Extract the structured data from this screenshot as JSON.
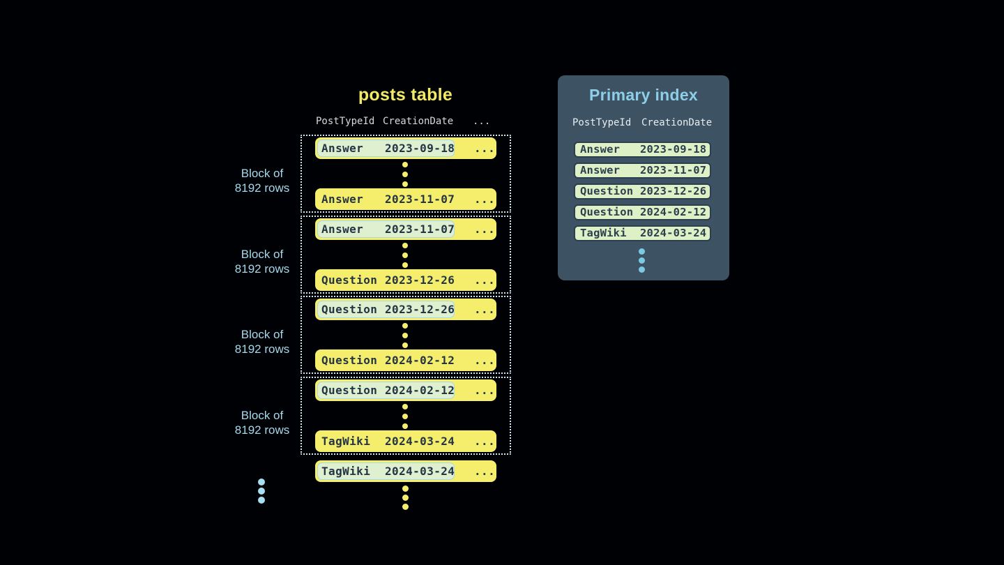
{
  "colors": {
    "background": "#000104",
    "row_yellow": "#f5ee6d",
    "row_text_dark": "#243444",
    "highlight_fill": "#def0d0",
    "highlight_border": "#a6d9e9",
    "block_dotted_border": "#cde9f3",
    "block_label_blue": "#a5d9ec",
    "posts_title_yellow": "#f2ea66",
    "header_text_gray": "#d5dadd",
    "panel_background": "#3d5363",
    "panel_title_blue": "#8dcfe8",
    "index_row_fill": "#def0c6",
    "index_row_border": "#2c3f4e",
    "left_ellipsis_blue": "#a8def1",
    "panel_ellipsis_blue": "#7cc9e4"
  },
  "posts_table": {
    "title": "posts table",
    "headers": {
      "type": "PostTypeId",
      "date": "CreationDate",
      "more": "..."
    },
    "row_ellipsis": "...",
    "block_label": {
      "line1": "Block of",
      "line2": "8192 rows"
    },
    "blocks": [
      {
        "first": {
          "type": "Answer",
          "date": "2023-09-18"
        },
        "last": {
          "type": "Answer",
          "date": "2023-11-07"
        }
      },
      {
        "first": {
          "type": "Answer",
          "date": "2023-11-07"
        },
        "last": {
          "type": "Question",
          "date": "2023-12-26"
        }
      },
      {
        "first": {
          "type": "Question",
          "date": "2023-12-26"
        },
        "last": {
          "type": "Question",
          "date": "2024-02-12"
        }
      },
      {
        "first": {
          "type": "Question",
          "date": "2024-02-12"
        },
        "last": {
          "type": "TagWiki",
          "date": "2024-03-24"
        }
      }
    ],
    "overflow_row": {
      "type": "TagWiki",
      "date": "2024-03-24"
    }
  },
  "primary_index": {
    "title": "Primary index",
    "headers": {
      "type": "PostTypeId",
      "date": "CreationDate"
    },
    "rows": [
      {
        "type": "Answer",
        "date": "2023-09-18"
      },
      {
        "type": "Answer",
        "date": "2023-11-07"
      },
      {
        "type": "Question",
        "date": "2023-12-26"
      },
      {
        "type": "Question",
        "date": "2024-02-12"
      },
      {
        "type": "TagWiki",
        "date": "2024-03-24"
      }
    ]
  }
}
